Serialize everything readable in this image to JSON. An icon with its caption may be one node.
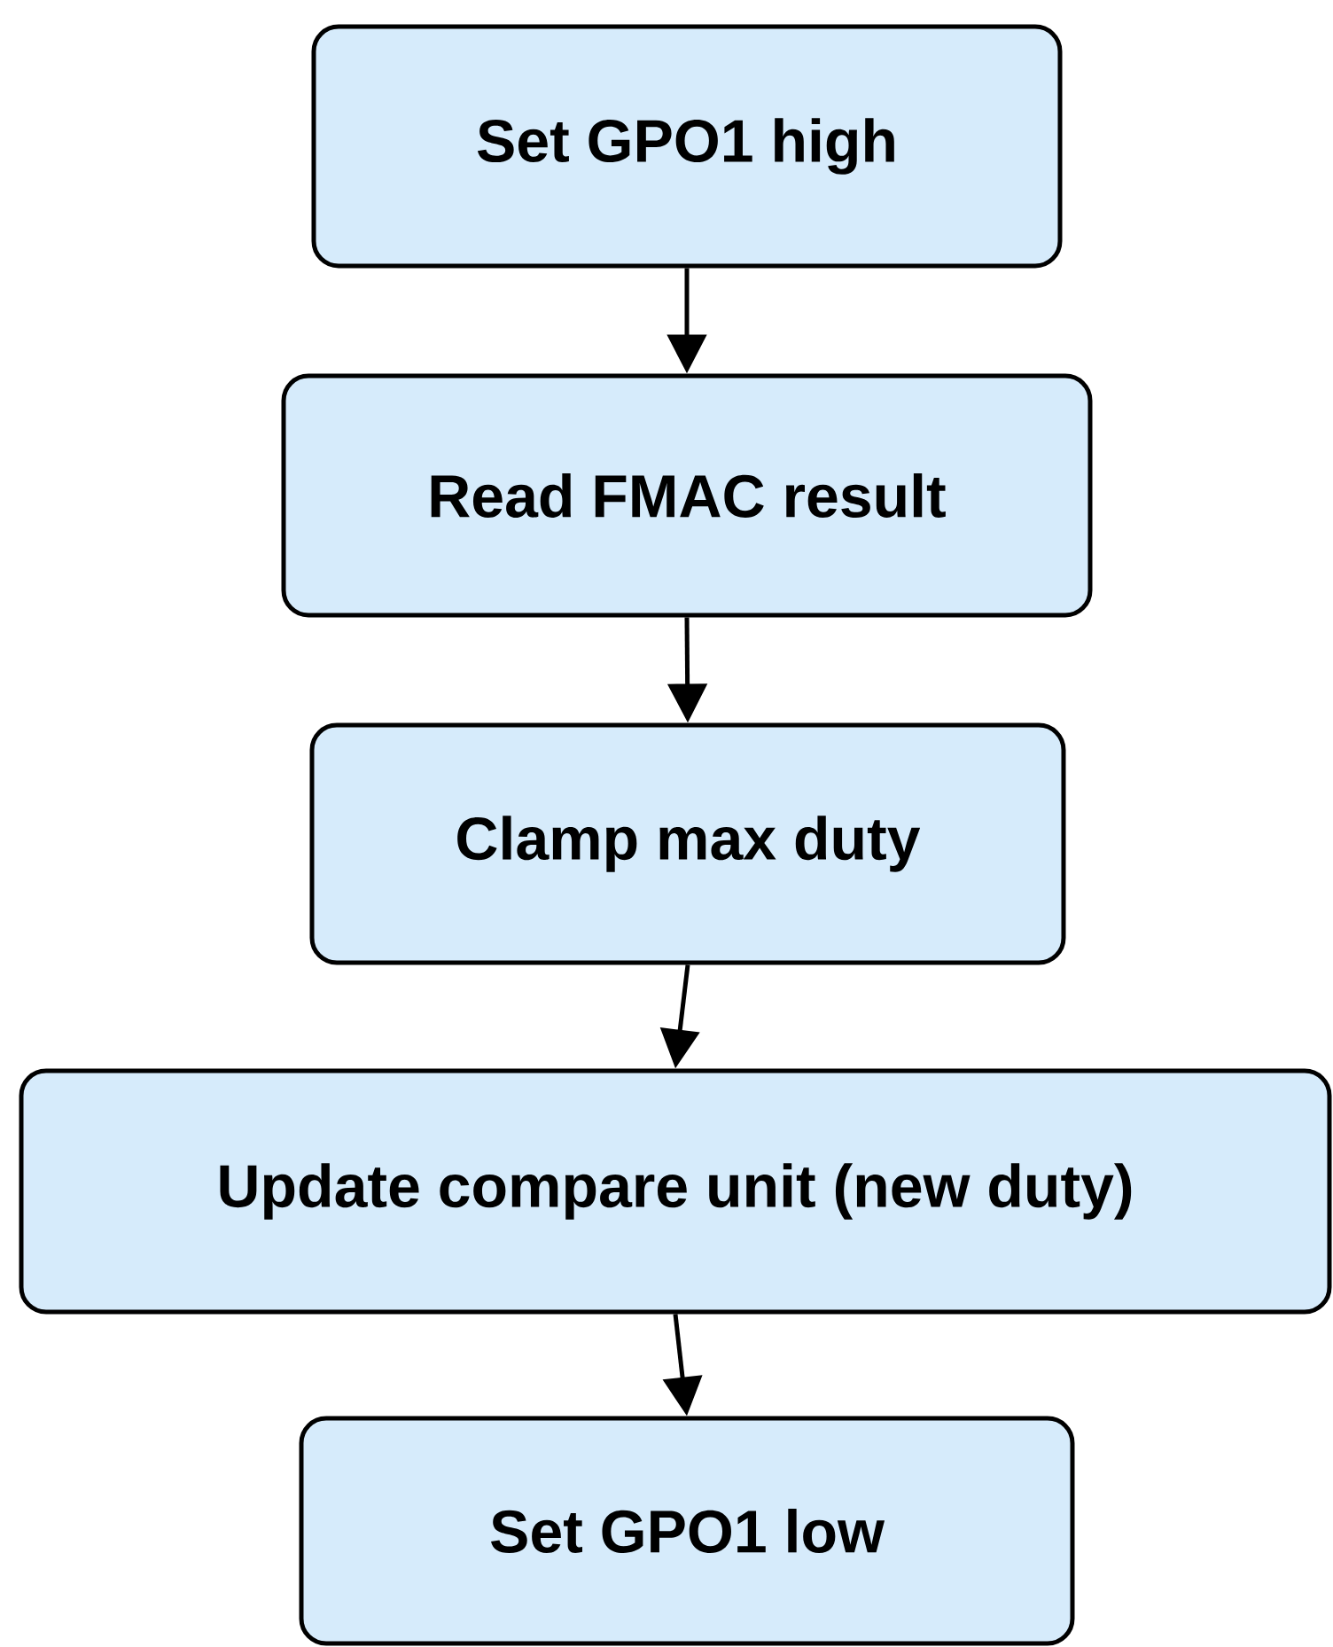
{
  "diagram": {
    "nodes": [
      {
        "text": [
          "Set GPO1 high"
        ]
      },
      {
        "text": [
          "Read FMAC result"
        ]
      },
      {
        "text": [
          "Clamp max duty"
        ]
      },
      {
        "text": [
          "Update compare unit (new duty)"
        ]
      },
      {
        "text": [
          "Set GPO1 low"
        ]
      }
    ],
    "edges": [
      {
        "from": 0,
        "to": 1,
        "arrow": "to"
      },
      {
        "from": 1,
        "to": 2,
        "arrow": "to"
      },
      {
        "from": 2,
        "to": 3,
        "arrow": "to"
      },
      {
        "from": 3,
        "to": 4,
        "arrow": "to"
      }
    ]
  }
}
